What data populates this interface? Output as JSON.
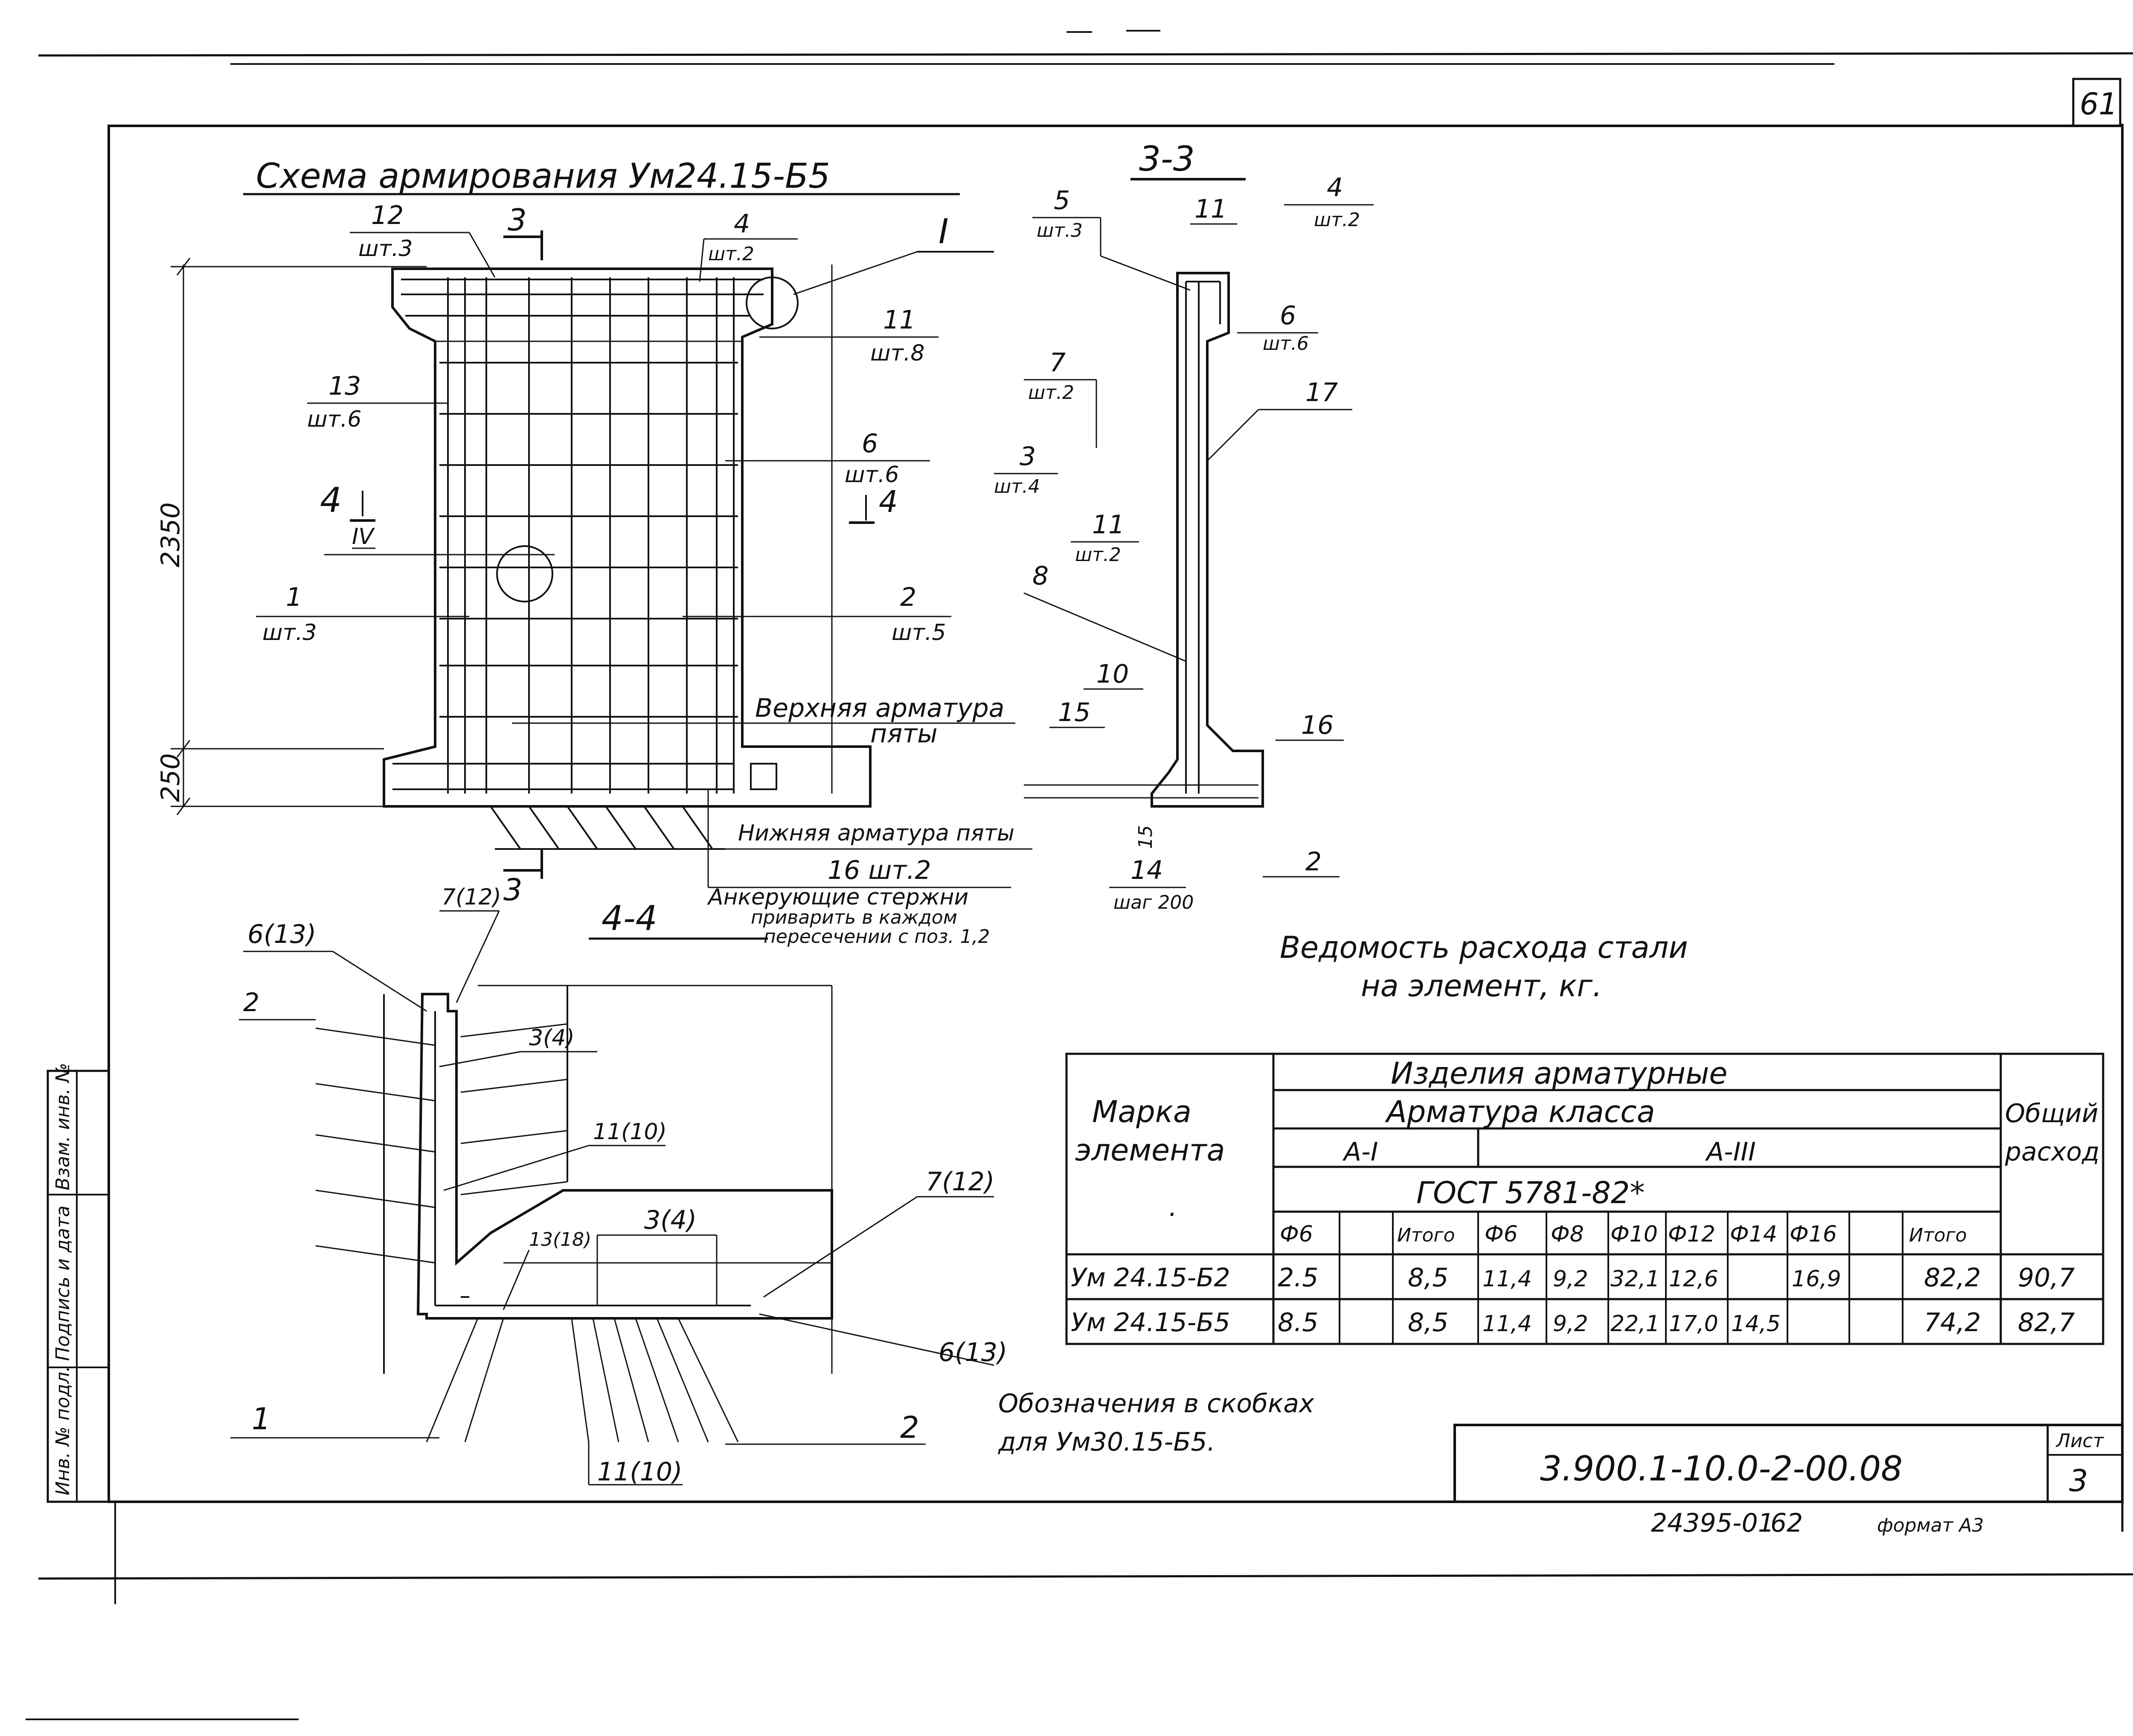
{
  "sheet_number": "61",
  "main_view": {
    "title": "Схема армирования Ум24.15-Б5",
    "dim_height": "2350",
    "dim_base": "250",
    "callouts": [
      {
        "num": "12",
        "qty": "шт.3"
      },
      {
        "num": "4",
        "qty": "шт.2"
      },
      {
        "num": "11",
        "qty": "шт.8"
      },
      {
        "num": "13",
        "qty": "шт.6"
      },
      {
        "num": "6",
        "qty": "шт.6"
      },
      {
        "num": "1",
        "qty": "шт.3"
      },
      {
        "num": "2",
        "qty": "шт.5"
      }
    ],
    "detail_I": "I",
    "detail_IV": "IV",
    "section_3": "3",
    "section_4": "4",
    "upper_heel_label_1": "Верхняя арматура",
    "upper_heel_label_2": "пяты",
    "lower_heel_label": "Нижняя арматура пяты",
    "anchor_label": "16 шт.2",
    "anchor_note_1": "Анкерующие стержни",
    "anchor_note_2": "приварить в каждом",
    "anchor_note_3": "пересечении с поз. 1,2"
  },
  "section_3_3": {
    "title": "3-3",
    "callouts": [
      {
        "num": "5",
        "qty": "шт.3"
      },
      {
        "num": "11",
        "qty": ""
      },
      {
        "num": "4",
        "qty": "шт.2"
      },
      {
        "num": "6",
        "qty": "шт.6"
      },
      {
        "num": "7",
        "qty": "шт.2"
      },
      {
        "num": "17",
        "qty": ""
      },
      {
        "num": "3",
        "qty": "шт.4"
      },
      {
        "num": "11",
        "qty": "шт.2"
      },
      {
        "num": "8",
        "qty": ""
      },
      {
        "num": "10",
        "qty": ""
      },
      {
        "num": "15",
        "qty": ""
      },
      {
        "num": "16",
        "qty": ""
      },
      {
        "num": "2",
        "qty": ""
      },
      {
        "num": "14",
        "qty": "шаг 200"
      }
    ],
    "dim_15": "15"
  },
  "section_4_4": {
    "title": "4-4",
    "labels": [
      "6(13)",
      "7(12)",
      "2",
      "3(4)",
      "11(10)",
      "13(18)",
      "3(4)",
      "7(12)",
      "6(13)",
      "1",
      "2",
      "11(10)"
    ]
  },
  "note_1": "Обозначения в скобках",
  "note_2": "для Ум30.15-Б5.",
  "steel_table": {
    "title_1": "Ведомость расхода стали",
    "title_2": "на элемент, кг.",
    "col_mark_1": "Марка",
    "col_mark_2": "элемента",
    "group": "Изделия арматурные",
    "subgroup": "Арматура класса",
    "class_a1": "А-I",
    "class_a3": "А-III",
    "gost": "ГОСТ 5781-82*",
    "col_total_1": "Общий",
    "col_total_2": "расход",
    "headers": [
      "Ф6",
      "",
      "Итого",
      "Ф6",
      "Ф8",
      "Ф10",
      "Ф12",
      "Ф14",
      "Ф16",
      "",
      "Итого"
    ],
    "rows": [
      {
        "mark": "Ум 24.15-Б2",
        "cells": [
          "2.5",
          "",
          "8,5",
          "11,4",
          "9,2",
          "32,1",
          "12,6",
          "",
          "16,9",
          "",
          "82,2"
        ],
        "total": "90,7"
      },
      {
        "mark": "Ум 24.15-Б5",
        "cells": [
          "8.5",
          "",
          "8,5",
          "11,4",
          "9,2",
          "22,1",
          "17,0",
          "14,5",
          "",
          "",
          "74,2"
        ],
        "total": "82,7"
      }
    ]
  },
  "title_block": {
    "code": "3.900.1-10.0-2-00.08",
    "sheet_label": "Лист",
    "sheet_value": "3",
    "archive_no": "24395-01",
    "page": "62",
    "format": "формат А3"
  },
  "side_stamp": [
    "Инв. № подл.",
    "Подпись и дата",
    "Взам. инв. №"
  ]
}
